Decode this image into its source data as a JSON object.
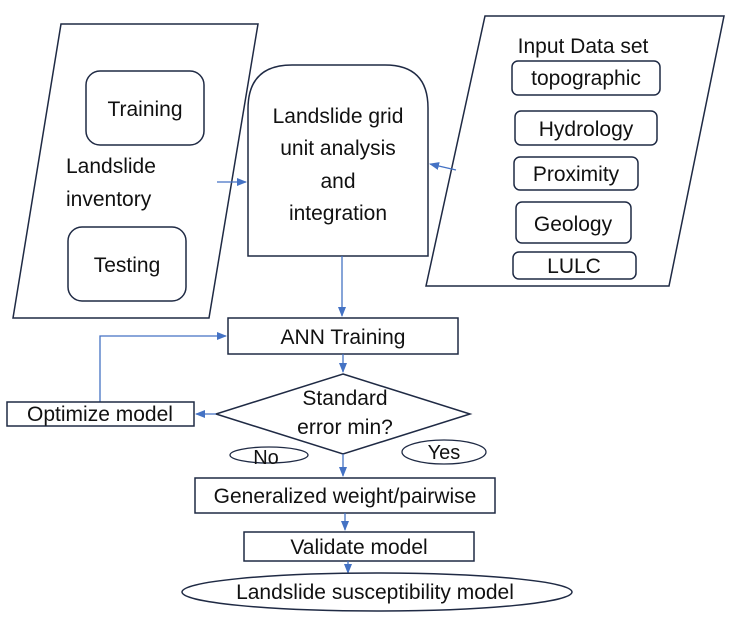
{
  "colors": {
    "stroke": "#1f2a44",
    "arrow": "#4472c4",
    "fill": "#ffffff",
    "text": "#111111"
  },
  "left_panel": {
    "training": "Training",
    "label_line1": "Landslide",
    "label_line2": "inventory",
    "testing": "Testing"
  },
  "center_box": {
    "line1": "Landslide grid",
    "line2": "unit analysis",
    "line3": "and",
    "line4": "integration"
  },
  "right_panel": {
    "title": "Input Data set",
    "items": [
      "topographic",
      "Hydrology",
      "Proximity",
      "Geology",
      "LULC"
    ]
  },
  "ann_training": "ANN Training",
  "optimize_model": "Optimize model",
  "decision": {
    "line1": "Standard",
    "line2": "error min?"
  },
  "no_label": "No",
  "yes_label": "Yes",
  "generalized": "Generalized weight/pairwise",
  "validate": "Validate model",
  "final": "Landslide susceptibility model"
}
